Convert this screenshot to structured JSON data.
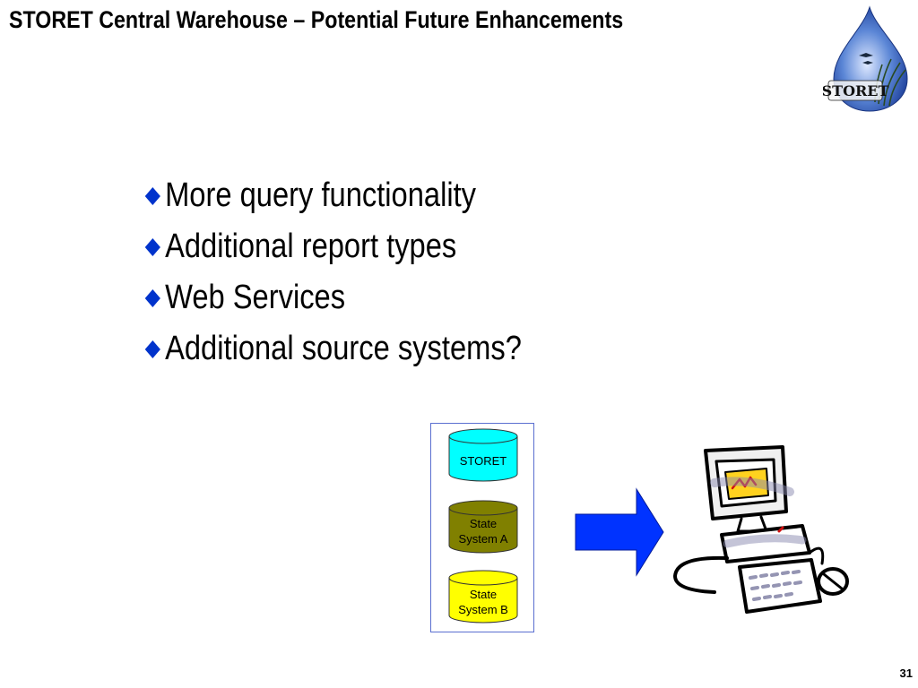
{
  "slide": {
    "title": "STORET Central Warehouse – Potential Future Enhancements",
    "logo_text": "STORET",
    "bullets": [
      "More query functionality",
      "Additional report types",
      "Web Services",
      "Additional source systems?"
    ],
    "databases": [
      {
        "line1": "STORET",
        "line2": "",
        "color": "#00ffff"
      },
      {
        "line1": "State",
        "line2": "System A",
        "color": "#808000"
      },
      {
        "line1": "State",
        "line2": "System B",
        "color": "#ffff00"
      }
    ],
    "page_number": "31"
  },
  "colors": {
    "bullet": "#0033cc",
    "arrow": "#0033ff",
    "box_border": "#5a6fd0"
  },
  "icons": [
    "diamond-bullet-icon",
    "storet-logo",
    "database-cylinder-icon",
    "right-arrow-icon",
    "computer-clipart-icon"
  ]
}
